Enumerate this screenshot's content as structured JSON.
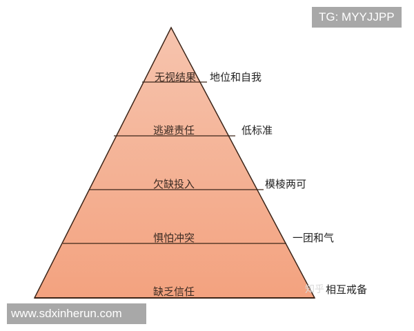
{
  "watermarks": {
    "top_right": "TG: MYYJJPP",
    "bottom_left": "www.sdxinherun.com",
    "zhihu": "知乎"
  },
  "colors": {
    "fill_top": "#f6c2aa",
    "fill_bottom": "#f3a482",
    "stroke": "#3b2418",
    "watermark_bg": "#a8a8a8"
  },
  "pyramid": {
    "layers": [
      {
        "label": "无视结果",
        "side_label": "地位和自我"
      },
      {
        "label": "逃避责任",
        "side_label": "低标准"
      },
      {
        "label": "欠缺投入",
        "side_label": "模棱两可"
      },
      {
        "label": "惧怕冲突",
        "side_label": "一团和气"
      },
      {
        "label": "缺乏信任",
        "side_label": "相互戒备"
      }
    ]
  }
}
